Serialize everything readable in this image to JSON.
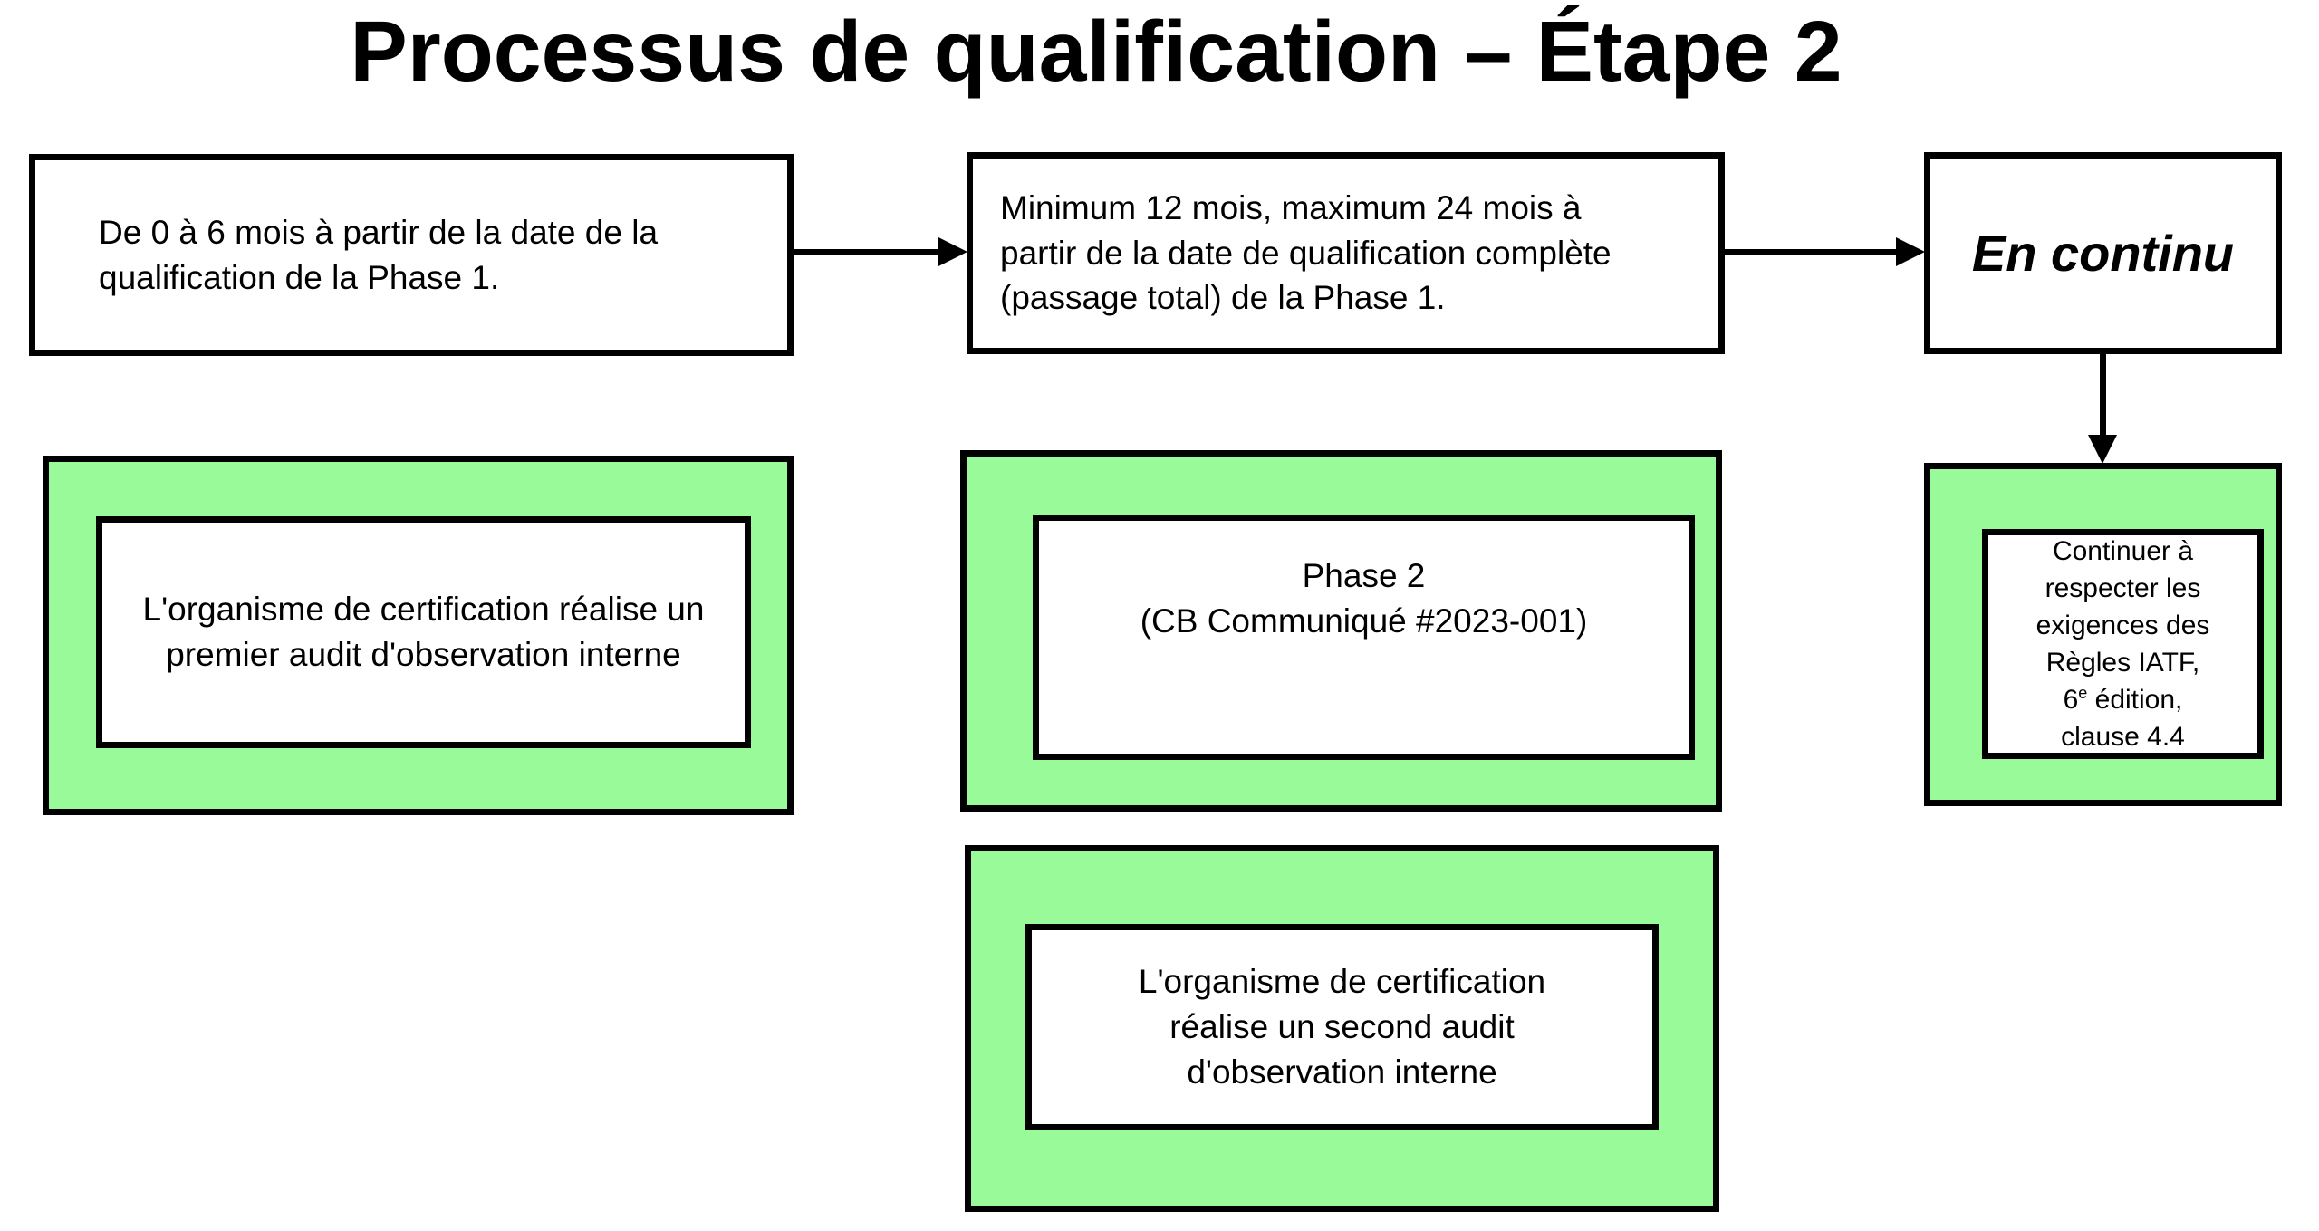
{
  "title": "Processus de qualification – Étape 2",
  "colors": {
    "green_fill": "#99FA99",
    "box_fill": "#FFFFFF",
    "line": "#000000",
    "background": "#FFFFFF"
  },
  "flow": {
    "step1_timing": {
      "text": "De 0 à 6 mois à partir de la date de la\nqualification de la Phase 1."
    },
    "step2_timing": {
      "text": "Minimum 12 mois, maximum 24 mois à\npartir de la date de qualification complète\n(passage total) de la Phase 1."
    },
    "step3_timing": {
      "text": "En continu"
    },
    "first_audit": {
      "text": "L'organisme de certification réalise un\npremier audit d'observation interne"
    },
    "phase2": {
      "text": "Phase 2\n(CB Communiqué #2023-001)"
    },
    "ongoing_requirements": {
      "text_before_sup": "Continuer à\nrespecter les\nexigences des\nRègles IATF,\n6",
      "sup": "e",
      "text_after_sup": " édition,\nclause 4.4"
    },
    "second_audit": {
      "text": "L'organisme de certification\nréalise un second audit\nd'observation interne"
    }
  }
}
